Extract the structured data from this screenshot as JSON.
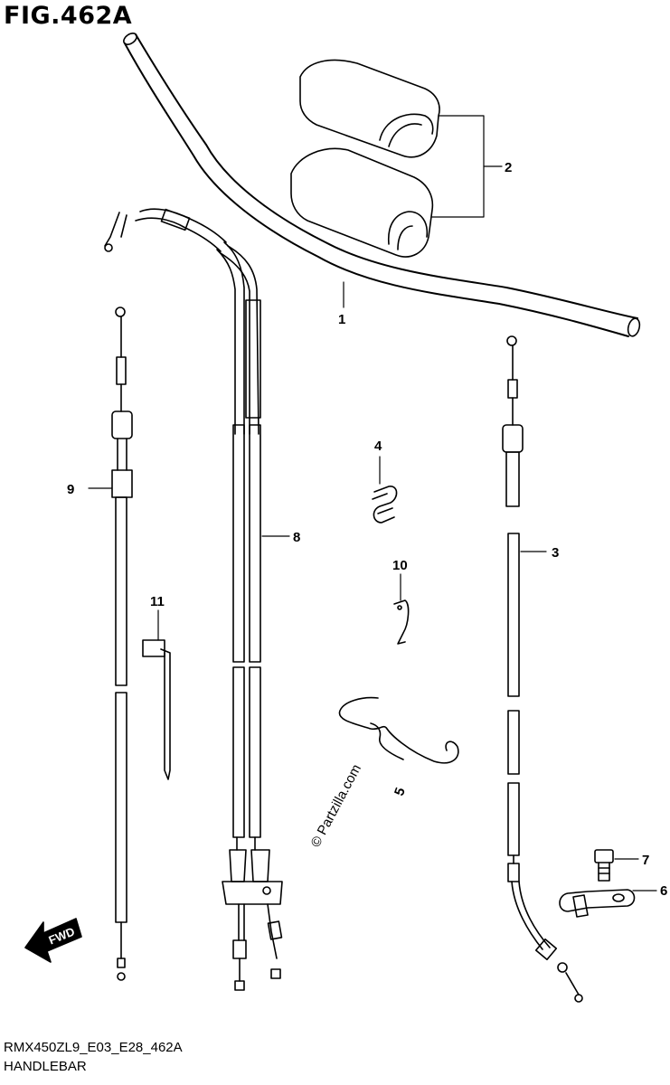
{
  "figure": {
    "title": "FIG.462A",
    "code": "RMX450ZL9_E03_E28_462A",
    "name": "HANDLEBAR"
  },
  "watermark": "© Partzilla.com",
  "fwd_label": "FWD",
  "callouts": [
    "1",
    "2",
    "3",
    "4",
    "5",
    "6",
    "7",
    "8",
    "9",
    "10",
    "11"
  ]
}
